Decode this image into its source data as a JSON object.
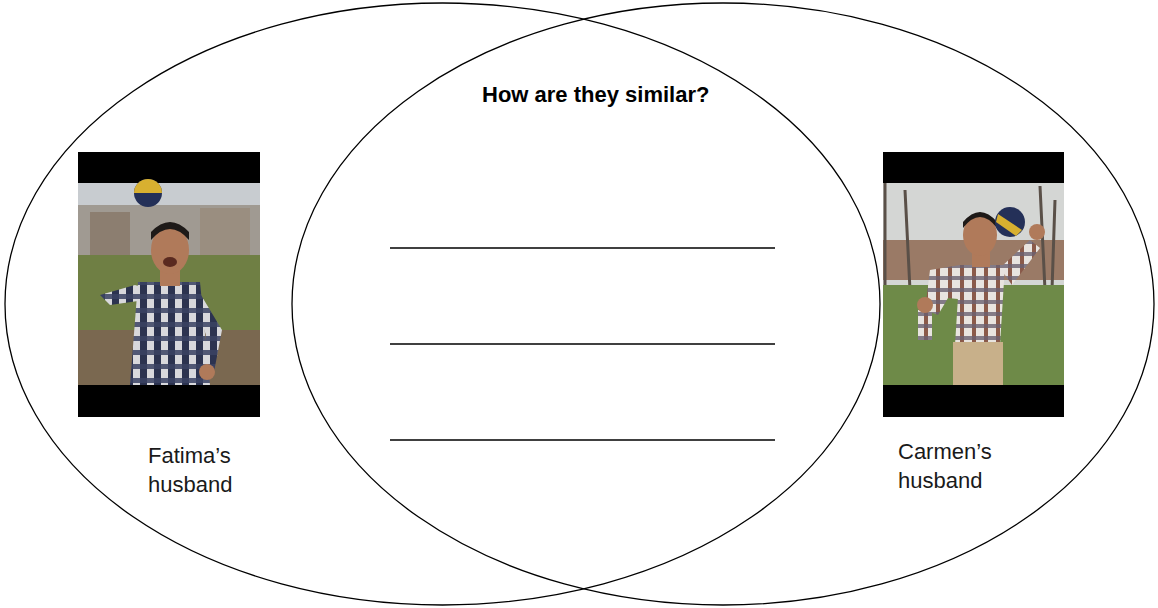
{
  "diagram": {
    "nodes": [
      {
        "text": [
          "Fatima’s husband"
        ]
      },
      {
        "text": [
          "Carmen’s husband"
        ]
      }
    ],
    "labels": [
      "How are they similar?"
    ]
  }
}
